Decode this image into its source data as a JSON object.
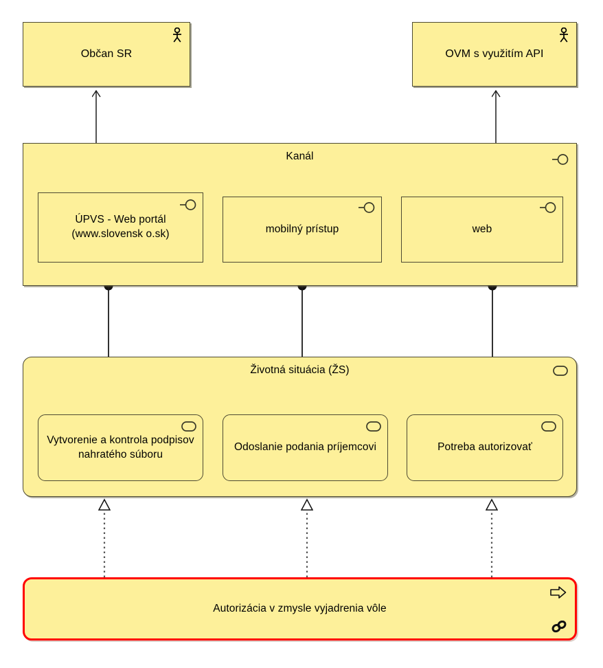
{
  "diagram": {
    "title": "Autorizácia v zmysle vyjadrenia vôle",
    "colors": {
      "fill": "#fdf09a",
      "stroke": "#4d4a32",
      "highlight": "#ff0000",
      "background": "#ffffff"
    }
  },
  "actors": [
    {
      "label": "Občan SR",
      "icon": "actor-icon"
    },
    {
      "label": "OVM s využitím API",
      "icon": "actor-icon"
    }
  ],
  "channel_group": {
    "label": "Kanál",
    "icon": "interface-lollipop-icon",
    "children": [
      {
        "label": "ÚPVS - Web portál (www.slovensk o.sk)",
        "icon": "interface-lollipop-icon"
      },
      {
        "label": "mobilný prístup",
        "icon": "interface-lollipop-icon"
      },
      {
        "label": "web",
        "icon": "interface-lollipop-icon"
      }
    ]
  },
  "life_situation_group": {
    "label": "Životná situácia (ŽS)",
    "icon": "business-process-rounded-icon",
    "children": [
      {
        "label": "Vytvorenie a kontrola podpisov nahratého súboru",
        "icon": "business-process-rounded-icon"
      },
      {
        "label": "Odoslanie podania príjemcovi",
        "icon": "business-process-rounded-icon"
      },
      {
        "label": "Potreba autorizovať",
        "icon": "business-process-rounded-icon"
      }
    ]
  },
  "authorization": {
    "label": "Autorizácia v zmysle vyjadrenia vôle",
    "icons": [
      "process-arrow-icon",
      "chain-link-icon"
    ],
    "border_color": "#ff0000"
  },
  "relationships": [
    {
      "type": "serving",
      "from": "Kanál",
      "to": "Občan SR",
      "style": "solid-open-arrow"
    },
    {
      "type": "serving",
      "from": "Kanál",
      "to": "OVM s využitím API",
      "style": "solid-open-arrow"
    },
    {
      "type": "assignment",
      "from": "ÚPVS - Web portál (www.slovensko.sk)",
      "to": "Vytvorenie a kontrola podpisov nahratého súboru",
      "style": "ball-and-filled-arrow"
    },
    {
      "type": "assignment",
      "from": "mobilný prístup",
      "to": "Odoslanie podania príjemcovi",
      "style": "ball-and-filled-arrow"
    },
    {
      "type": "assignment",
      "from": "web",
      "to": "Potreba autorizovať",
      "style": "ball-and-filled-arrow"
    },
    {
      "type": "realization",
      "from": "Autorizácia v zmysle vyjadrenia vôle",
      "to": "Vytvorenie a kontrola podpisov nahratého súboru",
      "style": "dotted-hollow-triangle"
    },
    {
      "type": "realization",
      "from": "Autorizácia v zmysle vyjadrenia vôle",
      "to": "Odoslanie podania príjemcovi",
      "style": "dotted-hollow-triangle"
    },
    {
      "type": "realization",
      "from": "Autorizácia v zmysle vyjadrenia vôle",
      "to": "Potreba autorizovať",
      "style": "dotted-hollow-triangle"
    }
  ]
}
